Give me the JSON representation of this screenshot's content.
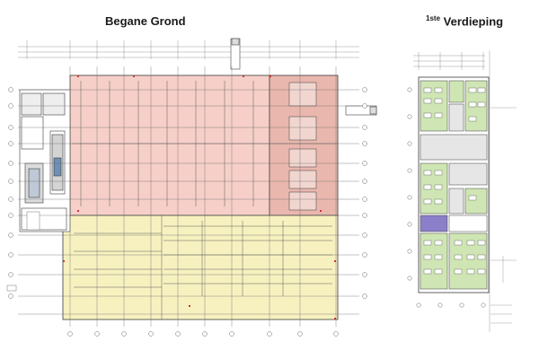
{
  "titles": {
    "ground_floor": "Begane Grond",
    "first_floor_sup": "1ste",
    "first_floor_word": "Verdieping"
  },
  "colors": {
    "hall_red": "#f6cfc8",
    "hall_red_dark": "#e9b7ae",
    "hall_yellow": "#f7f1c0",
    "office_green": "#cfe6b4",
    "office_grey": "#e6e6e6",
    "stair_purple": "#8a7fc8",
    "line": "#3a3a3a"
  }
}
